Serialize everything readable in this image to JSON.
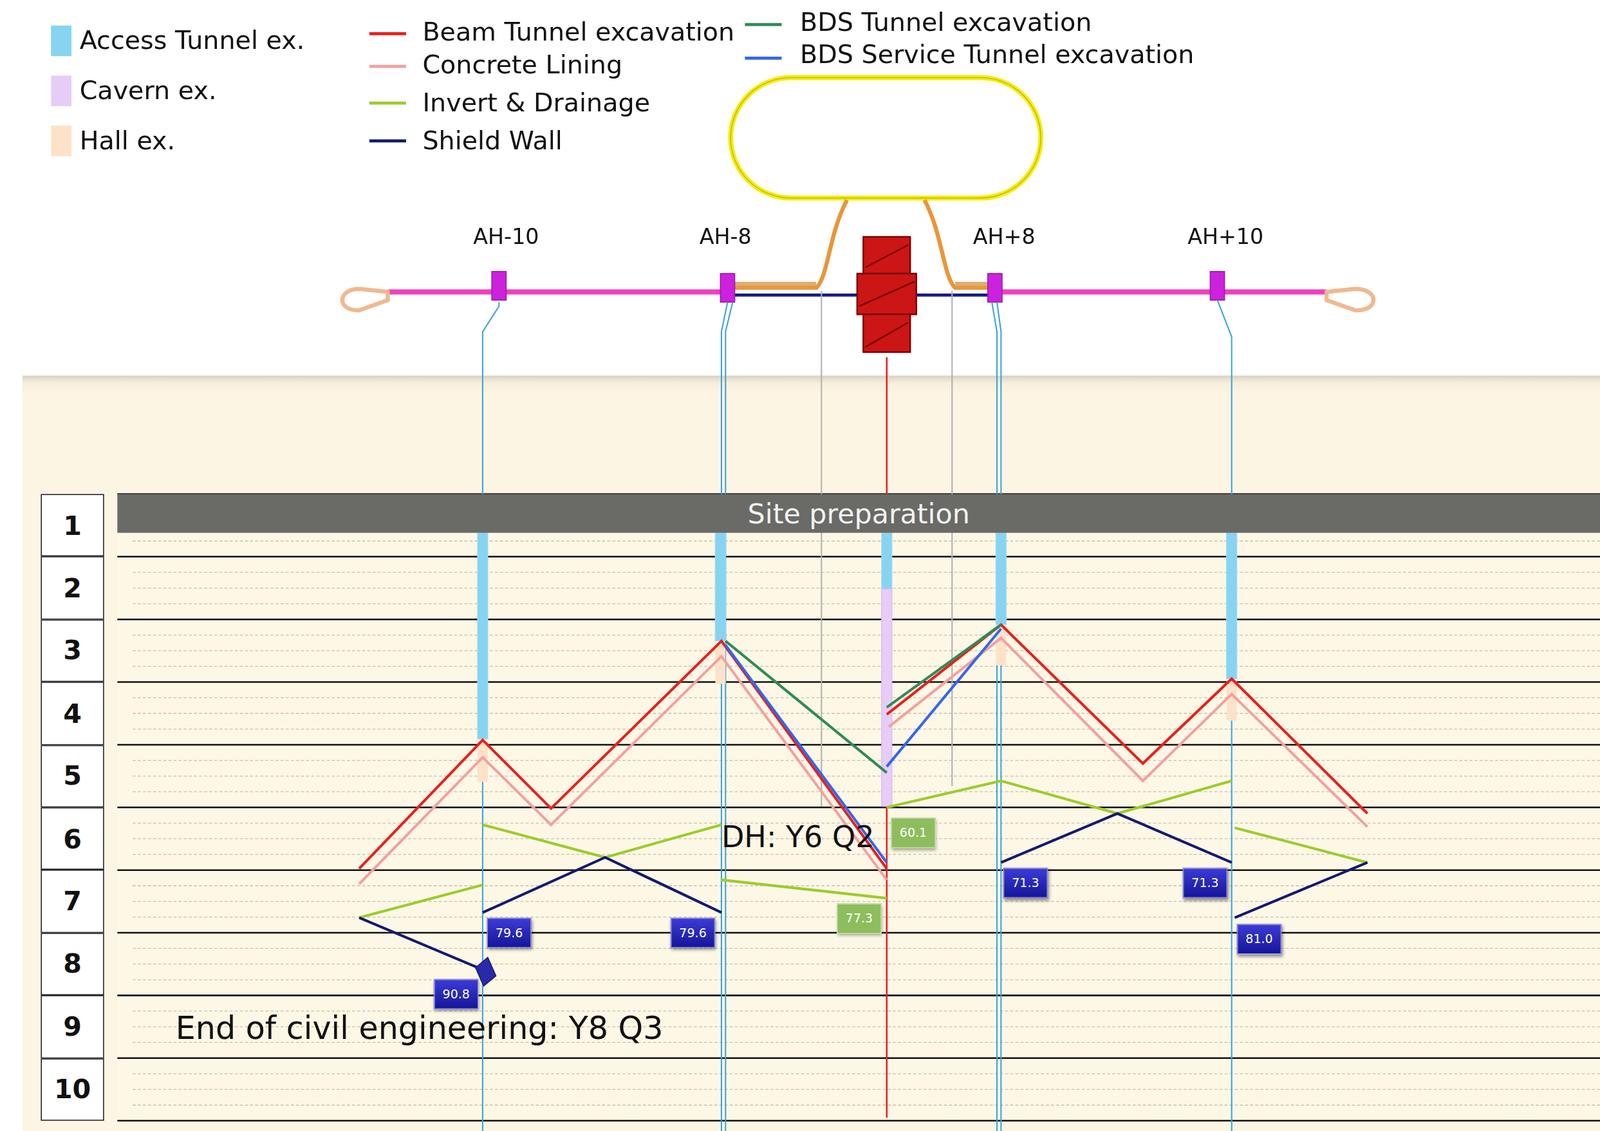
{
  "diagram": {
    "nodes": [
      {
        "text": [
          "Site preparation"
        ]
      },
      {
        "text": [
          "1"
        ]
      },
      {
        "text": [
          "2"
        ]
      },
      {
        "text": [
          "3"
        ]
      },
      {
        "text": [
          "4"
        ]
      },
      {
        "text": [
          "5"
        ]
      },
      {
        "text": [
          "6"
        ]
      },
      {
        "text": [
          "7"
        ]
      },
      {
        "text": [
          "8"
        ]
      },
      {
        "text": [
          "9"
        ]
      },
      {
        "text": [
          "10"
        ]
      },
      {
        "text": [
          "60.1"
        ]
      },
      {
        "text": [
          "71.3"
        ]
      },
      {
        "text": [
          "71.3"
        ]
      },
      {
        "text": [
          "77.3"
        ]
      },
      {
        "text": [
          "79.6"
        ]
      },
      {
        "text": [
          "79.6"
        ]
      },
      {
        "text": [
          "81.0"
        ]
      },
      {
        "text": [
          "90.8"
        ]
      }
    ],
    "labels": [
      "AH-10",
      "AH-8",
      "AH+8",
      "AH+10",
      "DH: Y6 Q2",
      "End of civil engineering: Y8 Q3"
    ],
    "legend": [
      {
        "text": "Access Tunnel ex.",
        "color": "#86d4f2"
      },
      {
        "text": "Cavern ex.",
        "color": "#e6cdf8"
      },
      {
        "text": "Hall ex.",
        "color": "#fde2c8"
      },
      {
        "text": "Beam Tunnel excavation"
      },
      {
        "text": "Concrete Lining"
      },
      {
        "text": "Invert & Drainage"
      },
      {
        "text": "Shield Wall"
      },
      {
        "text": "BDS Tunnel excavation"
      },
      {
        "text": "BDS Service Tunnel excavation"
      }
    ]
  }
}
